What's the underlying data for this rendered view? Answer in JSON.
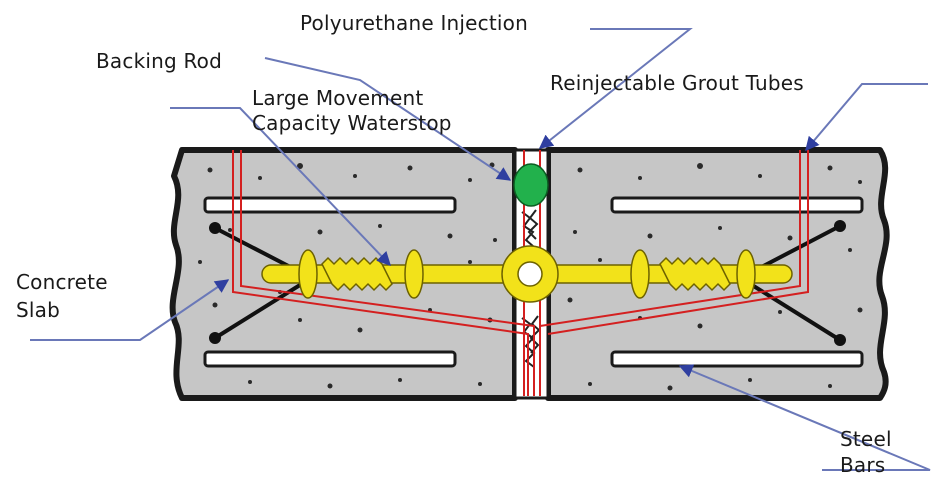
{
  "labels": {
    "polyurethane_injection": "Polyurethane Injection",
    "backing_rod": "Backing Rod",
    "reinjectable_grout_tubes": "Reinjectable Grout Tubes",
    "waterstop_line1": "Large Movement",
    "waterstop_line2": "Capacity Waterstop",
    "concrete_line1": "Concrete",
    "concrete_line2": "Slab",
    "steel_line1": "Steel",
    "steel_line2": "Bars"
  },
  "colors": {
    "concrete": "#c6c6c6",
    "slab_outline": "#1a1a1a",
    "waterstop": "#f2e21a",
    "grout_tube": "#d42020",
    "backing_rod": "#22b14c",
    "leader_line": "#6a78b8"
  }
}
